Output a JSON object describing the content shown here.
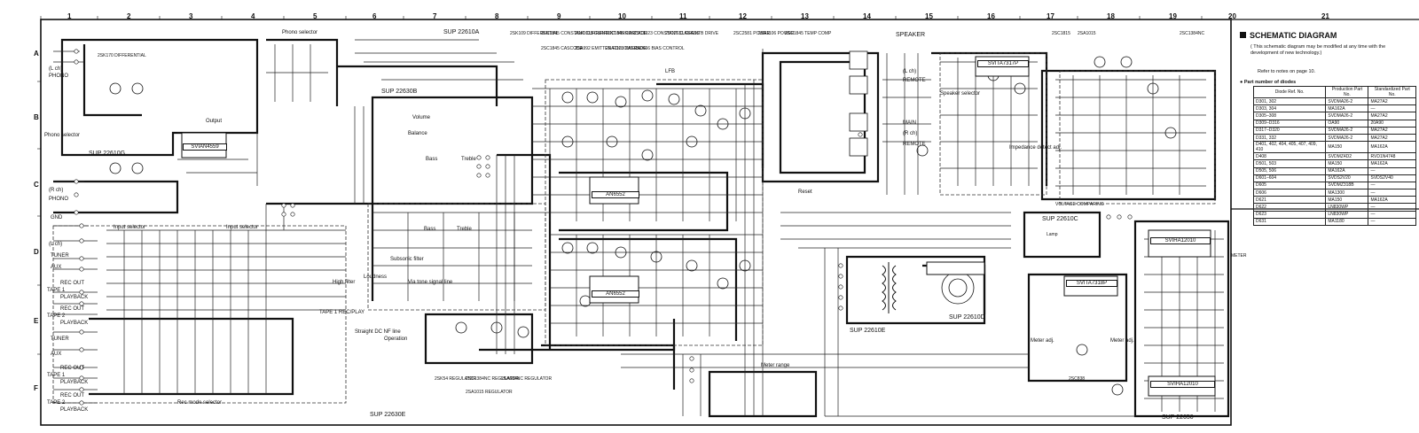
{
  "title": "SCHEMATIC DIAGRAM",
  "note": "( This schematic diagram may be modified at any time with the development of new technology.)",
  "refer": "Refer to notes on page 10.",
  "diodes_heading": "● Part number of diodes",
  "diode_table": {
    "headers": [
      "Diode Ref. No.",
      "Production Part No.",
      "Standardized Part No."
    ],
    "rows": [
      [
        "D301, 302",
        "SVDMA26-2",
        "MA27A2"
      ],
      [
        "D303, 304",
        "MA162A",
        "—"
      ],
      [
        "D305–308",
        "SVDMA26-2",
        "MA27A2"
      ],
      [
        "D309–D316",
        "OA90",
        "20A90"
      ],
      [
        "D317–D320",
        "SVDMA26-2",
        "MA27A2"
      ],
      [
        "D331, 332",
        "SVDMA26-2",
        "MA27A2"
      ],
      [
        "D401, 402, 404, 405, 407, 409, 410",
        "MA150",
        "MA162A"
      ],
      [
        "D408",
        "SVDMZ4D2",
        "RVD1N4748"
      ],
      [
        "D501, 503",
        "MA150",
        "MA162A"
      ],
      [
        "D505, 506",
        "MA162A",
        "—"
      ],
      [
        "D601–604",
        "SVDS2V20",
        "SVDS2V40"
      ],
      [
        "D605",
        "SVDMZ318B",
        "—"
      ],
      [
        "D606",
        "MA1300",
        "—"
      ],
      [
        "D621",
        "MA150",
        "MA162A"
      ],
      [
        "D622",
        "LN830WP",
        "—"
      ],
      [
        "D623",
        "LN830WP",
        "—"
      ],
      [
        "D631",
        "MA1180",
        "—"
      ]
    ]
  },
  "grid_columns": [
    "1",
    "2",
    "3",
    "4",
    "5",
    "6",
    "7",
    "8",
    "9",
    "10",
    "11",
    "12",
    "13",
    "14",
    "15",
    "16",
    "17",
    "18",
    "19",
    "20",
    "21"
  ],
  "grid_rows": [
    "A",
    "B",
    "C",
    "D",
    "E",
    "F"
  ],
  "input_labels": [
    "(L ch)",
    "PHONO",
    "(R ch)",
    "PHONO",
    "GND",
    "(L ch)",
    "TUNER",
    "AUX",
    "REC OUT",
    "TAPE 1",
    "PLAYBACK",
    "REC OUT",
    "TAPE 2",
    "PLAYBACK",
    "TUNER",
    "AUX",
    "REC OUT",
    "TAPE 1",
    "PLAYBACK",
    "REC OUT",
    "TAPE 2",
    "PLAYBACK"
  ],
  "blocks": {
    "sup_a": "SUP 22610A",
    "sup_b": "SUP 22630B",
    "sup_c": "SUP 22610C",
    "sup_d": "SUP 22610D",
    "sup_e": "SUP 22610E",
    "sup_f": "SUP 22630E",
    "sup_g": "SUP 22650",
    "sup_h": "SUP 22610G"
  },
  "ics": {
    "eq_ic": "SVIAN4559",
    "power_ic1": "AN6552",
    "power_ic2": "AN6552",
    "relay_ic": "SVITA7317P",
    "meter_ic": "SVITA7318P",
    "disp_ic1": "SVIHA12010",
    "disp_ic2": "SVIHA12010"
  },
  "annotations": {
    "phono_selector": "Phono selector",
    "phono_sel_left": "Phono selector",
    "volume": "Volume",
    "balance": "Balance",
    "output": "Output",
    "bass1": "Bass",
    "treble1": "Treble",
    "bass2": "Bass",
    "treble2": "Treble",
    "input_selector1": "Input selector",
    "input_selector2": "Input selector",
    "high_filter": "High filter",
    "loudness": "Loudness",
    "subsonic": "Subsonic filter",
    "via_tone": "Via tone signal line",
    "straight_dc": "Straight DC NF line",
    "operation": "Operation",
    "lfb": "LFB",
    "speaker": "SPEAKER",
    "speaker_selector": "Speaker selector",
    "remote1": "REMOTE",
    "remote2": "REMOTE",
    "main": "MAIN",
    "lch": "(L ch)",
    "rch": "(R ch)",
    "impedance": "Impedance detect adj.",
    "meter_range": "Meter range",
    "meter_adj1": "Meter adj.",
    "meter_adj2": "Meter adj.",
    "tape_rec": "TAPE 1 REC/PLAY",
    "rec_mode": "Rec mode selector",
    "reset": "Reset",
    "trans1": "2SK170 DIFFERENTIAL",
    "trans2": "2SK109 DIFFERENTIAL",
    "trans3": "2SC1845 CONSTANT CURRENT",
    "trans4": "2SA1015 CURRENT MIRROR",
    "trans5": "2SC1845 CASCODE",
    "trans6": "2SA992 EMITTER FOLLOWER",
    "trans7": "2SC1845 CASCADE",
    "trans8": "2SA1123 CASCADE",
    "trans9": "2SC1923 CONSTANT CURRENT",
    "trans10": "2SD666 BIAS CONTROL",
    "trans11": "2SC2631 CLASS B DRIVE",
    "trans12": "2SC2581 POWER",
    "trans13": "2SA1106 POWER",
    "trans14": "2SC1845 TEMP COMP",
    "trans15": "2SC1815",
    "trans16": "2SA1015",
    "trans17": "2SC1384NC",
    "reg1": "2SK54 REGULATOR",
    "reg2": "2SC1384NC REGULATOR",
    "reg3": "2SA684NC REGULATOR",
    "reg4": "2SA1015 REGULATOR",
    "volt_comp": "VOLTAGE COMPARING",
    "ic_2sc838": "2SC838",
    "lamp_label": "Lamp",
    "meter_label": "METER"
  }
}
